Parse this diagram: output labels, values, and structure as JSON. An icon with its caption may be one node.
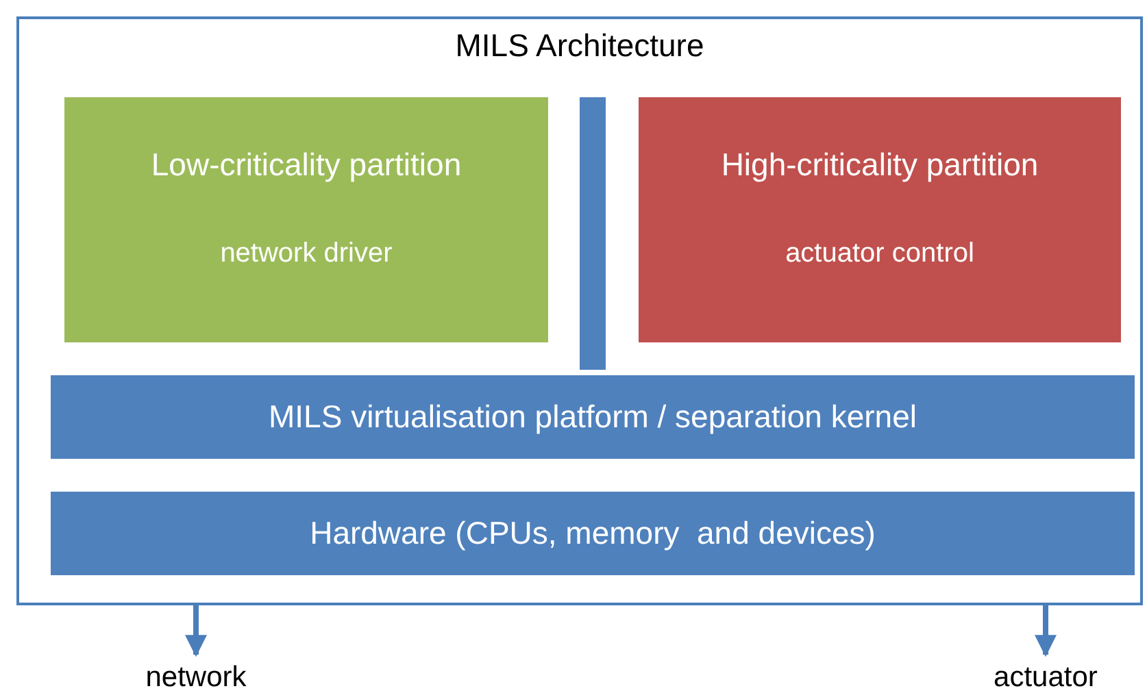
{
  "diagram": {
    "nodes": [
      {
        "text": [
          "MILS Architecture"
        ]
      },
      {
        "text": [
          "Low-criticality partition",
          "network driver"
        ],
        "in": 0
      },
      {
        "text": [],
        "shape": "bar",
        "in": 0
      },
      {
        "text": [
          "High-criticality partition",
          "actuator control"
        ],
        "in": 0
      },
      {
        "text": [
          "MILS virtualisation platform / separation kernel"
        ],
        "in": 0
      },
      {
        "text": [
          "Hardware (CPUs, memory  and devices)"
        ],
        "in": 0
      },
      {
        "text": [
          "network"
        ]
      },
      {
        "text": [
          "actuator"
        ]
      }
    ],
    "edges": [
      {
        "from": 5,
        "to": 6,
        "arrow": "to"
      },
      {
        "from": 5,
        "to": 7,
        "arrow": "to"
      }
    ]
  }
}
